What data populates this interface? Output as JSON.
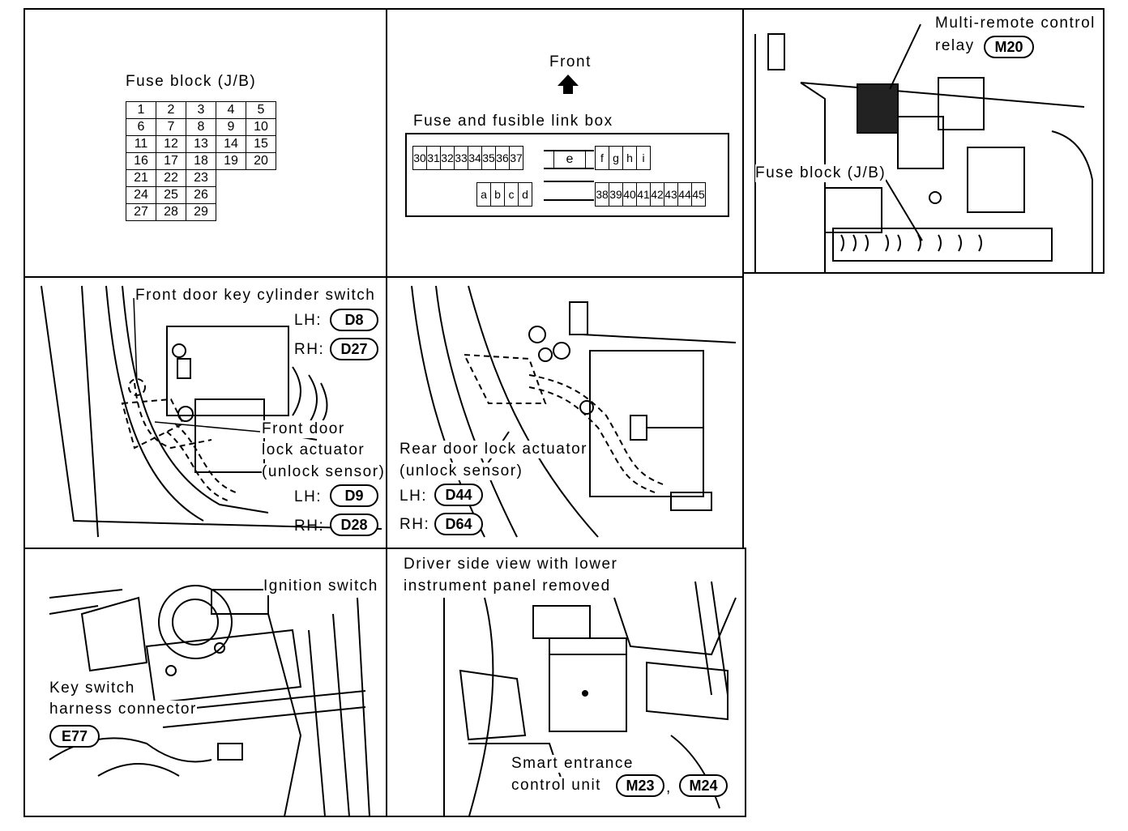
{
  "panel1": {
    "title": "Fuse block (J/B)",
    "rows": [
      [
        "1",
        "2",
        "3",
        "4",
        "5"
      ],
      [
        "6",
        "7",
        "8",
        "9",
        "10"
      ],
      [
        "11",
        "12",
        "13",
        "14",
        "15"
      ],
      [
        "16",
        "17",
        "18",
        "19",
        "20"
      ],
      [
        "21",
        "22",
        "23"
      ],
      [
        "24",
        "25",
        "26"
      ],
      [
        "27",
        "28",
        "29"
      ]
    ]
  },
  "panel2": {
    "front": "Front",
    "title": "Fuse and fusible link box",
    "top_left": [
      "30",
      "31",
      "32",
      "33",
      "34",
      "35",
      "36",
      "37"
    ],
    "e": "e",
    "top_right": [
      "f",
      "g",
      "h",
      "i"
    ],
    "bottom_left": [
      "a",
      "b",
      "c",
      "d"
    ],
    "bottom_right": [
      "38",
      "39",
      "40",
      "41",
      "42",
      "43",
      "44",
      "45"
    ]
  },
  "panel3": {
    "relay_line1": "Multi-remote control",
    "relay_line2": "relay",
    "relay_code": "M20",
    "fuse_block": "Fuse block (J/B)"
  },
  "panel4": {
    "key_cyl": "Front door key cylinder switch",
    "lh": "LH:",
    "lh_code": "D8",
    "rh": "RH:",
    "rh_code": "D27",
    "act1": "Front door",
    "act2": "lock actuator",
    "act3": "(unlock sensor)",
    "lh2": "LH:",
    "lh2_code": "D9",
    "rh2": "RH:",
    "rh2_code": "D28"
  },
  "panel5": {
    "act1": "Rear door lock actuator",
    "act2": "(unlock sensor)",
    "lh": "LH:",
    "lh_code": "D44",
    "rh": "RH:",
    "rh_code": "D64"
  },
  "panel6": {
    "ignition": "Ignition switch",
    "key1": "Key switch",
    "key2": "harness connector",
    "key_code": "E77"
  },
  "panel7": {
    "view1": "Driver side view with lower",
    "view2": "instrument panel removed",
    "unit1": "Smart entrance",
    "unit2": "control unit",
    "code1": "M23",
    "sep": ",",
    "code2": "M24"
  }
}
